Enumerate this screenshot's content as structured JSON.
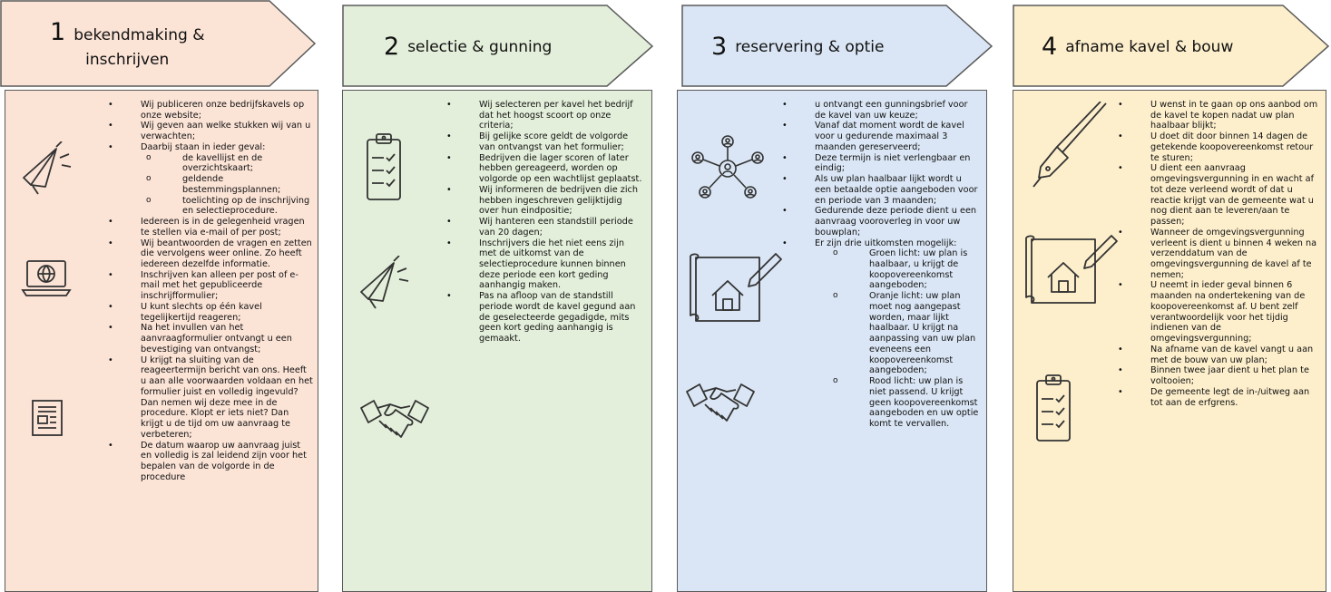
{
  "colors": {
    "step1": "#fbe3d6",
    "step2": "#e3efda",
    "step3": "#dae6f5",
    "step4": "#fdefcc",
    "outline": "#5a5a5a"
  },
  "steps": [
    {
      "number": "1",
      "title_line1": "bekendmaking &",
      "title_line2": "inschrijven",
      "icons": [
        "megaphone-icon",
        "laptop-globe-icon",
        "newspaper-icon"
      ],
      "items": [
        "Wij publiceren onze bedrijfskavels op onze website;",
        "Wij geven aan welke stukken wij van u verwachten;",
        "Daarbij staan in ieder geval:",
        "Iedereen is in de gelegenheid vragen te stellen via e-mail of per post;",
        "Wij beantwoorden de vragen en zetten die vervolgens weer online. Zo heeft iedereen dezelfde informatie.",
        "Inschrijven kan alleen per post of e-mail met het gepubliceerde inschrijfformulier;",
        "U kunt slechts op één kavel tegelijkertijd reageren;",
        "Na het invullen van het aanvraagformulier ontvangt u een bevestiging van ontvangst;",
        "U krijgt na sluiting van de reageertermijn bericht van ons. Heeft u aan alle voorwaarden voldaan en het formulier juist en volledig ingevuld? Dan nemen wij deze mee in de procedure. Klopt er iets niet? Dan krijgt u de tijd om uw aanvraag te verbeteren;",
        "De datum waarop uw aanvraag juist en volledig is zal leidend zijn voor het bepalen van de volgorde in de procedure"
      ],
      "subitems": [
        "de kavellijst en de overzichtskaart;",
        "geldende bestemmingsplannen;",
        "toelichting op de inschrijving en selectieprocedure."
      ]
    },
    {
      "number": "2",
      "title_line1": "selectie & gunning",
      "title_line2": "",
      "icons": [
        "clipboard-checklist-icon",
        "megaphone-icon",
        "handshake-icon"
      ],
      "items": [
        "Wij selecteren per kavel het bedrijf dat het hoogst scoort op onze criteria;",
        "Bij gelijke score geldt de volgorde van ontvangst van het formulier;",
        "Bedrijven die lager scoren of later hebben gereageerd, worden op volgorde op een wachtlijst geplaatst.",
        "Wij informeren de bedrijven die zich hebben ingeschreven gelijktijdig over hun eindpositie;",
        "Wij hanteren een standstill periode van 20 dagen;",
        "Inschrijvers die het niet eens zijn met de uitkomst van de selectieprocedure kunnen binnen deze periode een kort geding aanhangig maken.",
        "Pas na afloop van de standstill periode wordt de kavel gegund aan de geselecteerde gegadigde, mits geen kort geding aanhangig is gemaakt."
      ]
    },
    {
      "number": "3",
      "title_line1": "reservering & optie",
      "title_line2": "",
      "icons": [
        "network-people-icon",
        "blueprint-house-icon",
        "handshake-icon"
      ],
      "items": [
        "u ontvangt een gunningsbrief voor de kavel van uw keuze;",
        "Vanaf dat moment wordt de kavel voor u gedurende maximaal 3 maanden gereserveerd;",
        "Deze termijn is niet verlengbaar en eindig;",
        "Als uw plan haalbaar lijkt wordt u een betaalde optie aangeboden voor en periode van 3 maanden;",
        "Gedurende deze periode dient u een aanvraag vooroverleg in voor uw bouwplan;",
        "Er zijn drie uitkomsten mogelijk:"
      ],
      "subitems": [
        "Groen licht: uw plan is haalbaar, u krijgt de koopovereenkomst aangeboden;",
        "Oranje licht: uw plan moet nog aangepast worden, maar lijkt haalbaar. U krijgt na aanpassing van uw plan eveneens een koopovereenkomst aangeboden;",
        "Rood licht: uw plan is niet passend. U krijgt geen koopovereenkomst aangeboden en uw optie komt te vervallen."
      ]
    },
    {
      "number": "4",
      "title_line1": "afname kavel & bouw",
      "title_line2": "",
      "icons": [
        "fountain-pen-icon",
        "blueprint-house-icon",
        "clipboard-checklist-icon"
      ],
      "items": [
        "U wenst in te gaan op ons aanbod om de kavel te kopen nadat uw plan haalbaar blijkt;",
        "U doet dit door binnen 14 dagen de getekende koopovereenkomst retour te sturen;",
        "U dient een aanvraag omgevingsvergunning in en wacht af tot deze verleend wordt of dat u reactie krijgt van de gemeente wat u nog dient aan te leveren/aan te passen;",
        "Wanneer de omgevingsvergunning verleent is dient u binnen 4 weken na verzenddatum van de omgevingsvergunning de kavel af te nemen;",
        "U neemt in ieder geval binnen 6 maanden na ondertekening van de koopovereenkomst af. U bent zelf verantwoordelijk voor het tijdig indienen van de omgevingsvergunning;",
        "Na afname van de kavel vangt u aan met de bouw van uw plan;",
        "Binnen twee jaar dient u het plan te voltooien;",
        "De gemeente legt de in-/uitweg aan tot aan de erfgrens."
      ]
    }
  ]
}
